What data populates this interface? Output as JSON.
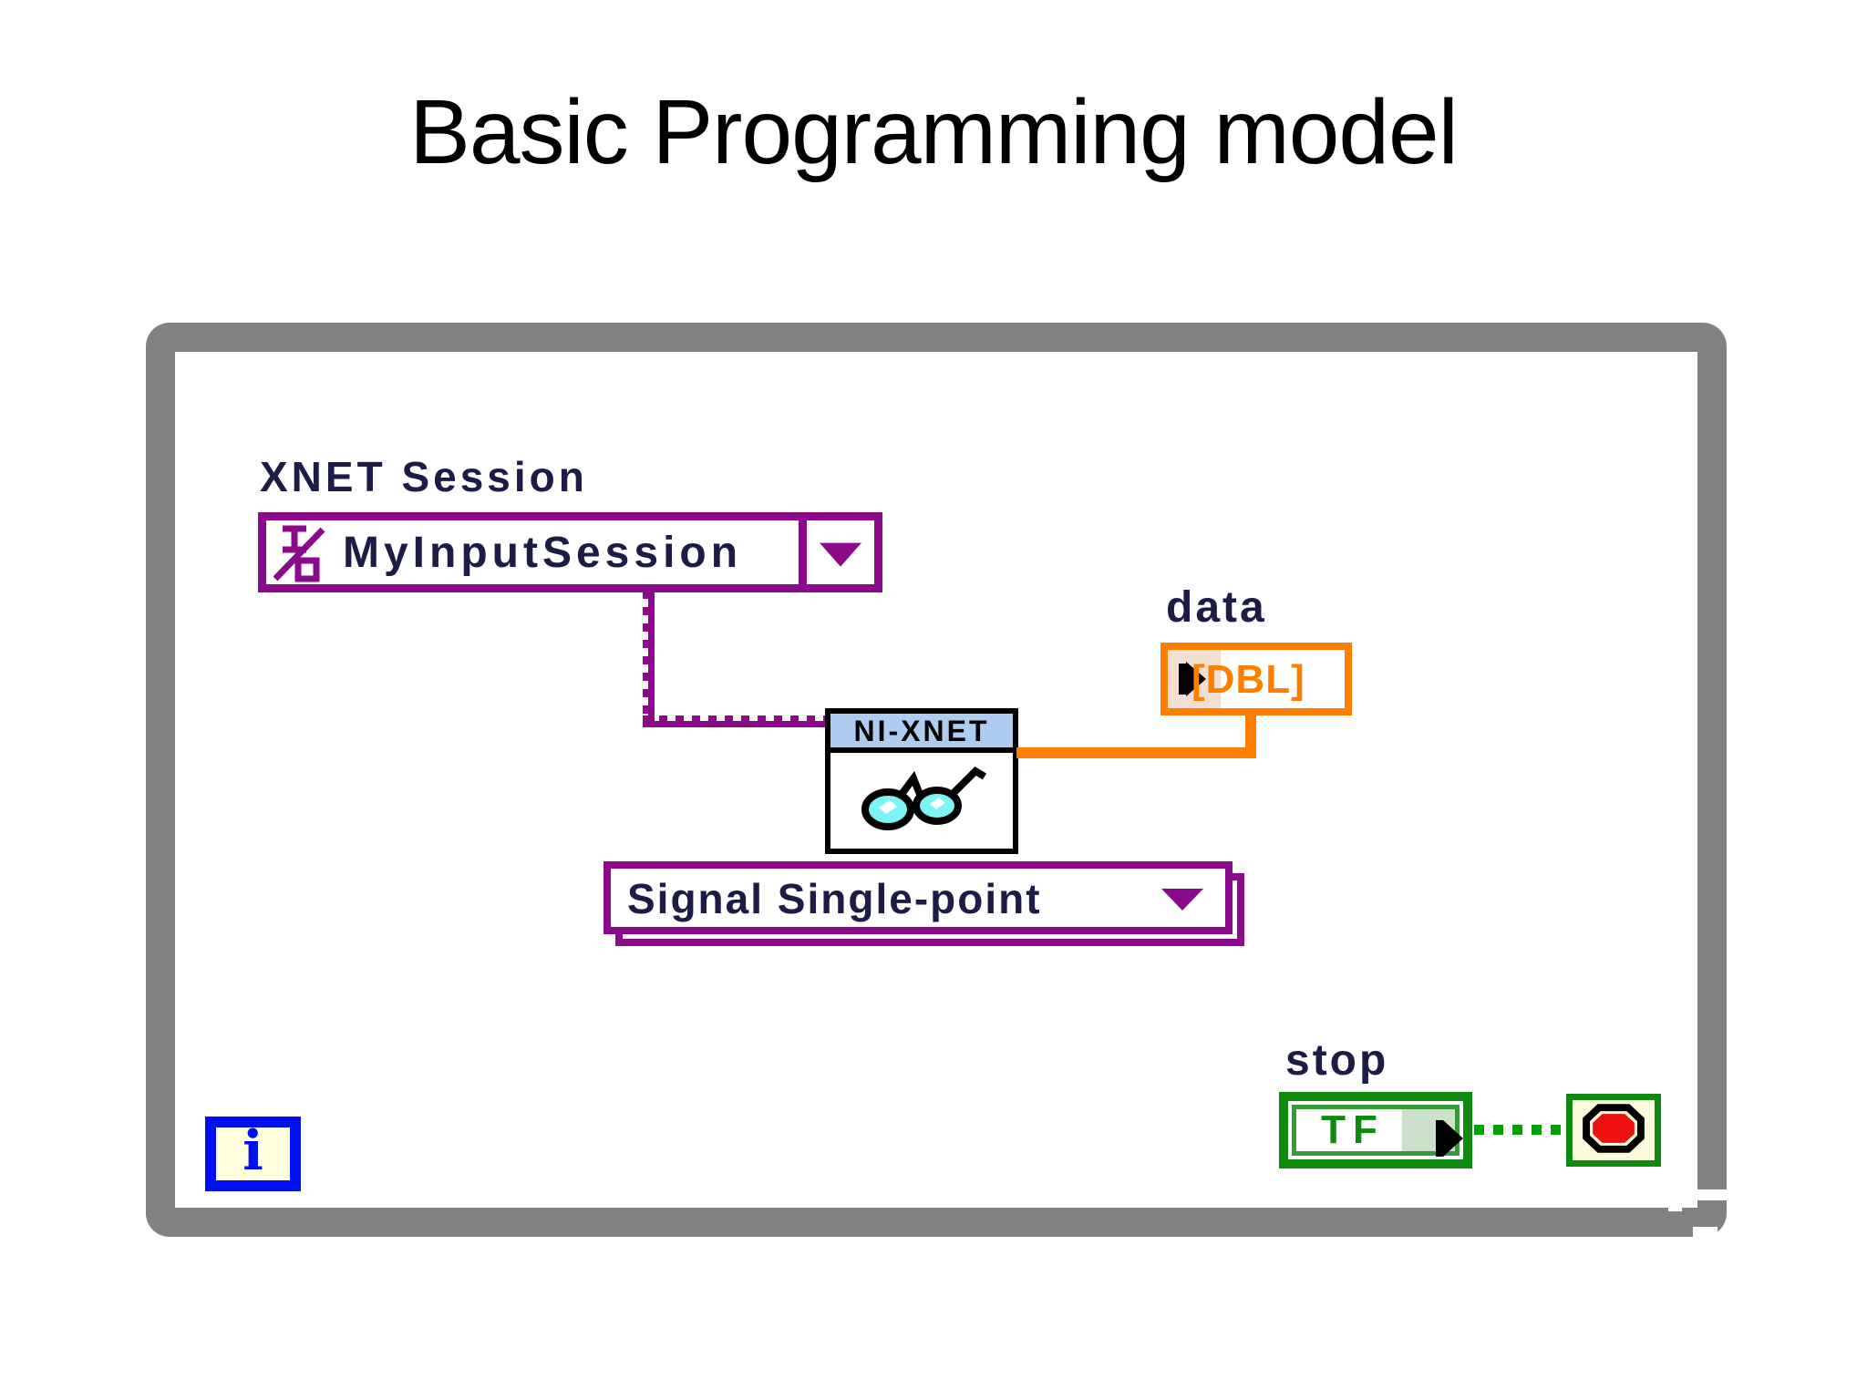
{
  "slide": {
    "title": "Basic Programming model"
  },
  "diagram": {
    "xnet_session": {
      "label": "XNET Session",
      "value": "MyInputSession",
      "glyph": "I/O-refnum"
    },
    "vi_node": {
      "header": "NI-XNET",
      "icon": "eyeglasses"
    },
    "mode_enum": {
      "value": "Signal Single-point"
    },
    "data_indicator": {
      "label": "data",
      "type_text": "[DBL]"
    },
    "stop_control": {
      "label": "stop",
      "type_text": "TF"
    },
    "loop": {
      "type": "while-loop",
      "iteration_glyph": "i"
    },
    "colors": {
      "frame_gray": "#828282",
      "session_purple": "#8B0A8B",
      "wire_orange": "#FF7E00",
      "boolean_green": "#0E8A0E",
      "wire_green": "#00A000",
      "terminal_blue": "#0010EE",
      "label_navy": "#1C1C46",
      "vi_header_blue": "#AECBF0",
      "terminal_cream": "#FFFFDE",
      "array_tan": "#F2DFD2",
      "stop_red": "#EE1111"
    }
  }
}
